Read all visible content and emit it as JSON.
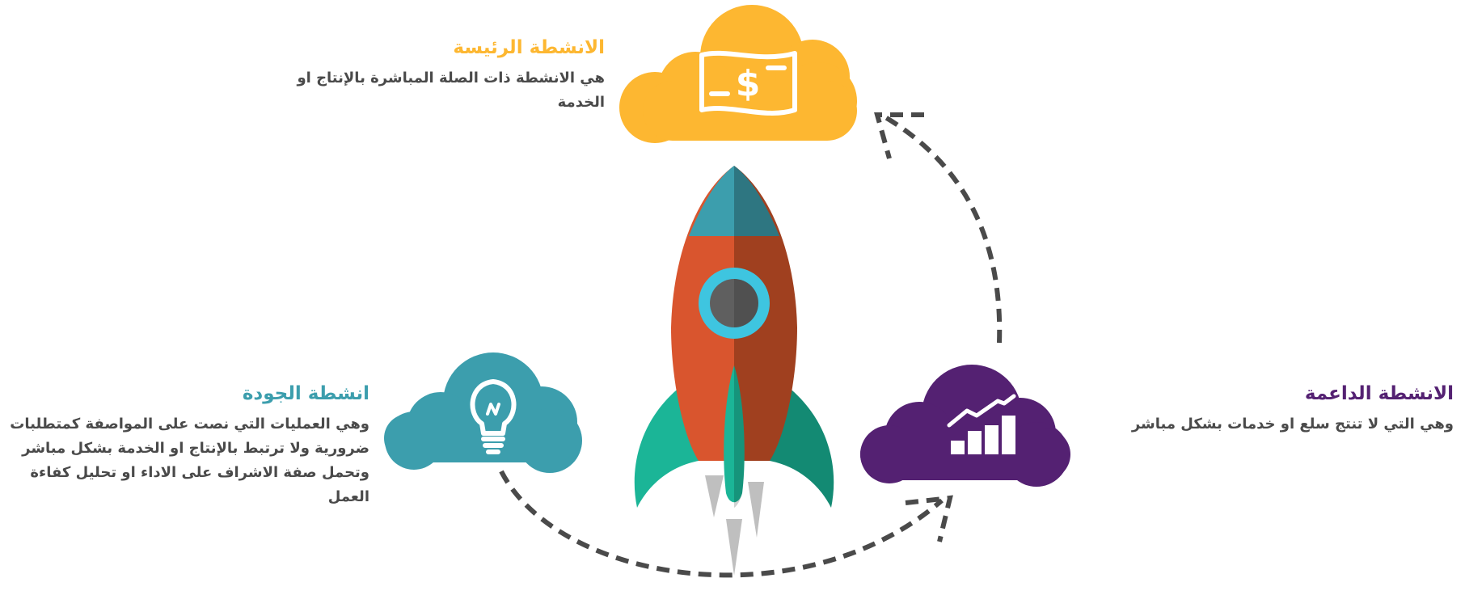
{
  "colors": {
    "main": "#FDB731",
    "quality": "#3C9EAD",
    "support": "#542172",
    "body_text": "#4a4a4a",
    "rocket_body_light": "#D9552E",
    "rocket_body_dark": "#A0401F",
    "rocket_nose_light": "#3C9EAD",
    "rocket_nose_dark": "#2E7681",
    "rocket_fin_light": "#1BB597",
    "rocket_fin_dark": "#138A73",
    "window_ring": "#3EC5E0",
    "window_glass": "#5F5F5F",
    "exhaust": "#BFBFBF",
    "arrows": "#4a4a4a"
  },
  "activities": {
    "main": {
      "title": "الانشطة الرئيسة",
      "description": "هي الانشطة ذات الصلة المباشرة بالإنتاج او الخدمة",
      "icon": "dollar-bill-icon"
    },
    "quality": {
      "title": "انشطة الجودة",
      "description": "وهي العمليات التي نصت على المواصفة كمتطلبات ضرورية ولا ترتبط بالإنتاج او الخدمة بشكل مباشر وتحمل صفة الاشراف على الاداء او تحليل كفاءة العمل",
      "icon": "lightbulb-icon"
    },
    "support": {
      "title": "الانشطة الداعمة",
      "description": "وهي التي لا تنتج سلع او خدمات بشكل مباشر",
      "icon": "growth-chart-icon"
    }
  },
  "center_graphic": "rocket-icon"
}
